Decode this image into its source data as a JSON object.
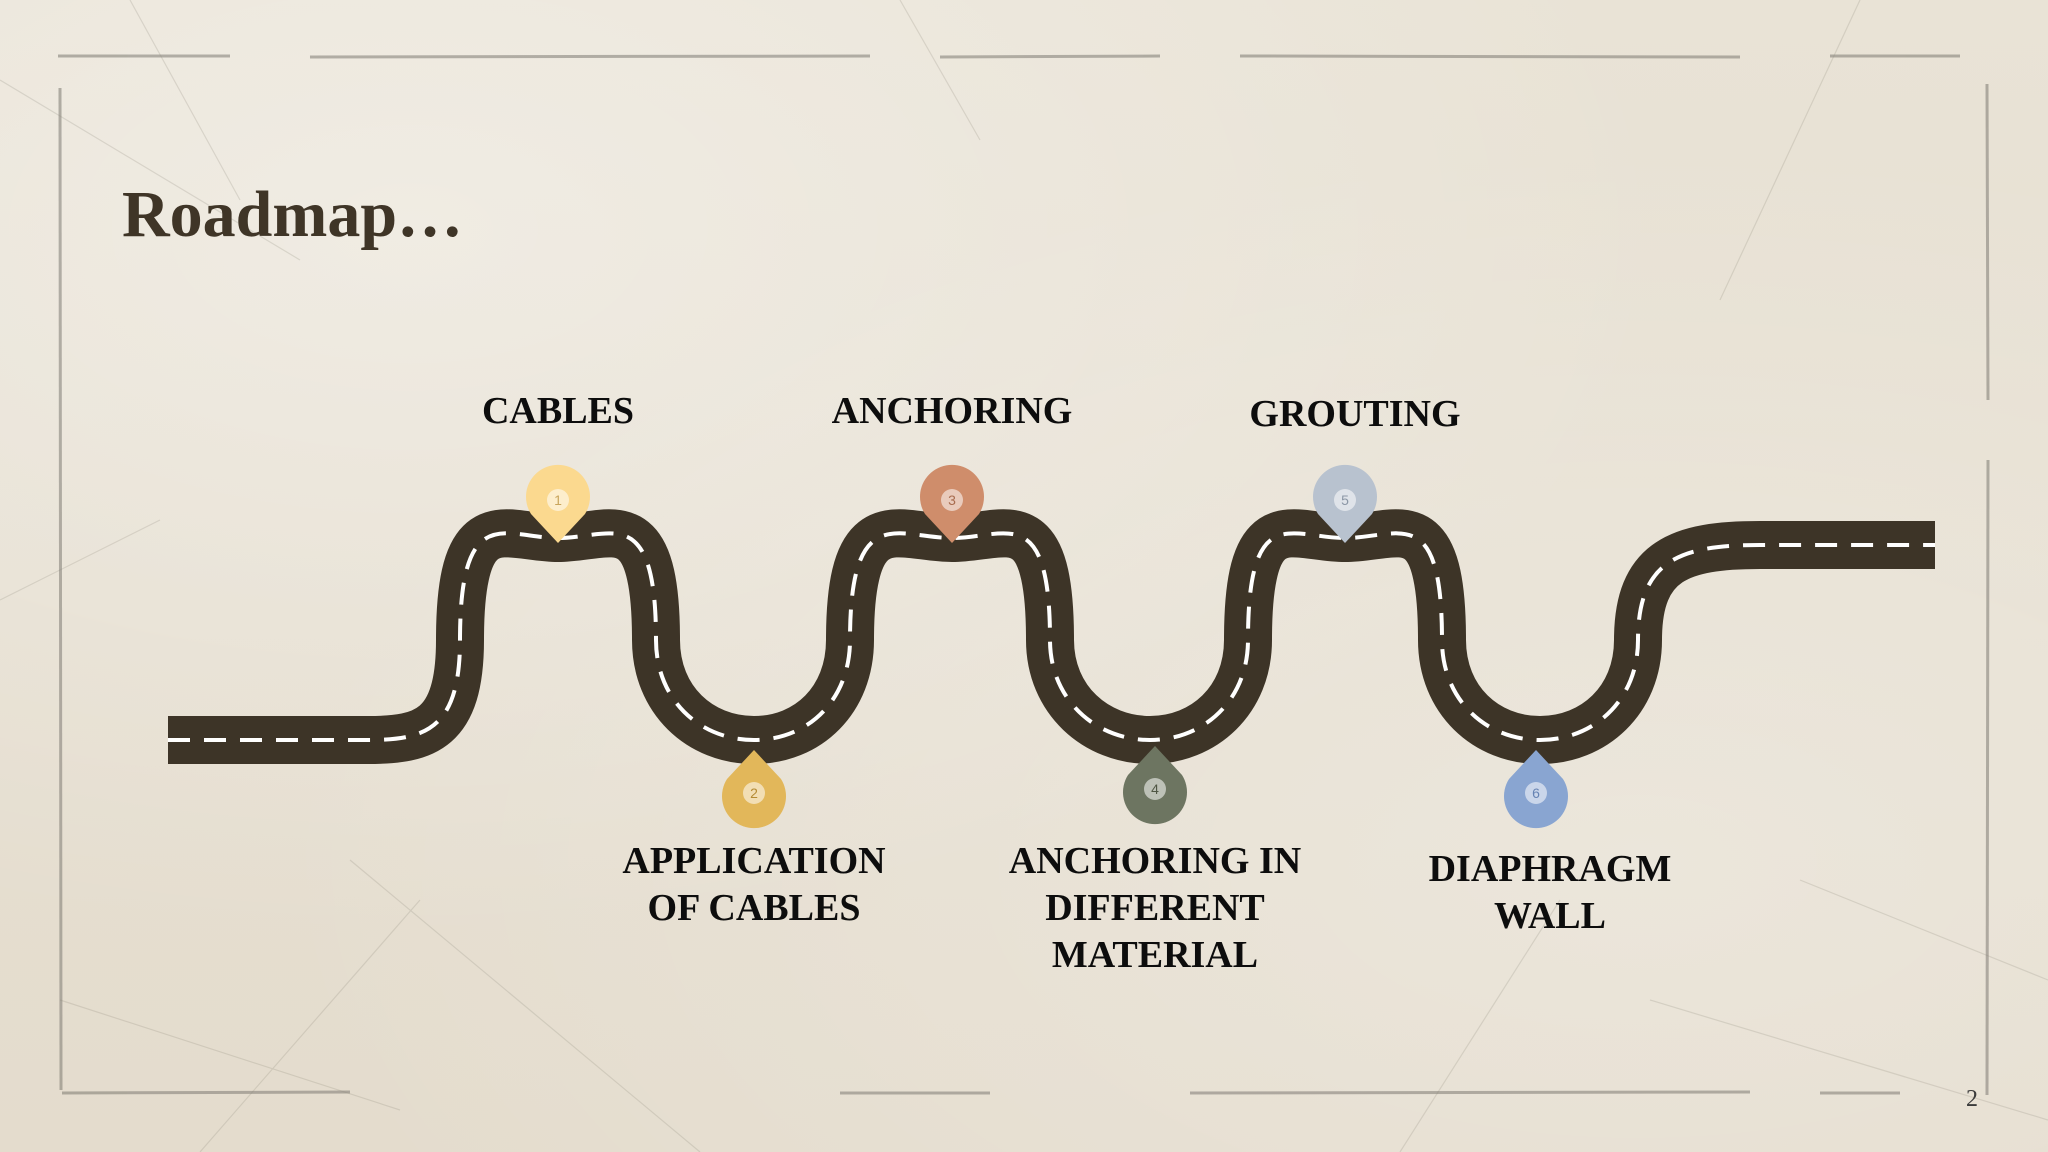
{
  "slide": {
    "title": "Roadmap…",
    "page_number": "2"
  },
  "stops": [
    {
      "number": "1",
      "label": "CABLES",
      "color": "#fbd98f"
    },
    {
      "number": "2",
      "label": "APPLICATION OF CABLES",
      "color": "#e2b75a"
    },
    {
      "number": "3",
      "label": "ANCHORING",
      "color": "#cf8d6b"
    },
    {
      "number": "4",
      "label": "ANCHORING IN DIFFERENT MATERIAL",
      "color": "#6d7561"
    },
    {
      "number": "5",
      "label": "GROUTING",
      "color": "#b8c2cf"
    },
    {
      "number": "6",
      "label": "DIAPHRAGM WALL",
      "color": "#89a5d1"
    }
  ],
  "road": {
    "asphalt_color": "#3d3427",
    "dash_color": "#ffffff"
  }
}
